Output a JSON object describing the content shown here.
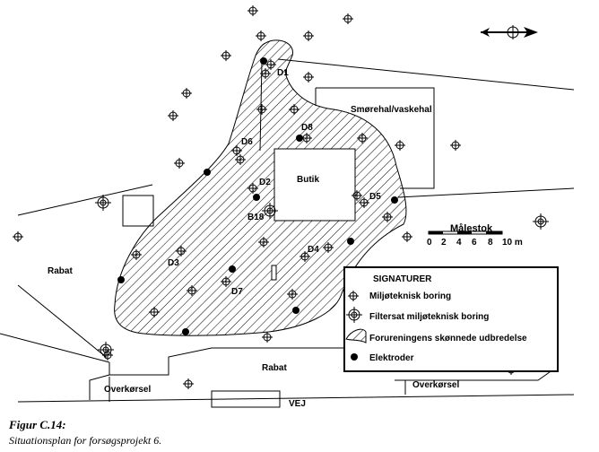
{
  "labels": {
    "smorehal": "Smørehal/vaskehal",
    "butik": "Butik",
    "rabat_left": "Rabat",
    "rabat_bottom": "Rabat",
    "overkorsel_left": "Overkørsel",
    "overkorsel_right": "Overkørsel",
    "vej": "VEJ"
  },
  "borehole_labels": {
    "d1": "D1",
    "d2": "D2",
    "d3": "D3",
    "d4": "D4",
    "d5": "D5",
    "d6": "D6",
    "d7": "D7",
    "d8": "D8",
    "b18": "B18"
  },
  "scale": {
    "title": "Målestok",
    "ticks": [
      "0",
      "2",
      "4",
      "6",
      "8",
      "10 m"
    ]
  },
  "legend": {
    "title": "SIGNATURER",
    "items": [
      {
        "icon": "borehole-icon",
        "label": "Miljøteknisk boring"
      },
      {
        "icon": "filter-borehole-icon",
        "label": "Filtersat miljøteknisk boring"
      },
      {
        "icon": "contamination-hatch-icon",
        "label": "Forureningens skønnede udbredelse"
      },
      {
        "icon": "electrode-icon",
        "label": "Elektroder"
      }
    ]
  },
  "north_arrow_icon": "north-arrow-icon",
  "caption": {
    "title": "Figur C.14:",
    "subtitle": "Situationsplan for forsøgsprojekt 6."
  },
  "colors": {
    "ink": "#000000",
    "paper": "#ffffff"
  }
}
